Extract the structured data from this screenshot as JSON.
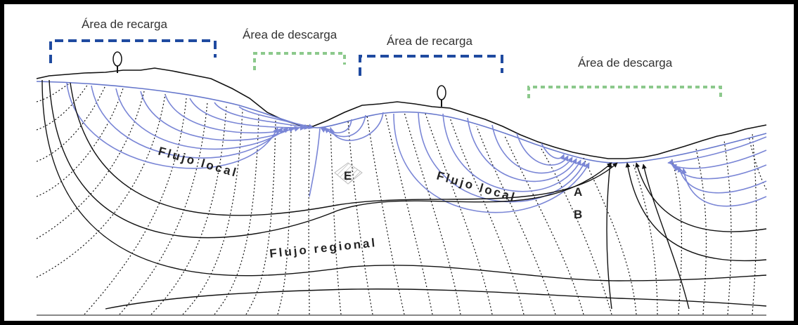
{
  "zones": {
    "recharge_1": "Área de recarga",
    "discharge_1": "Área de descarga",
    "recharge_2": "Área de recarga",
    "discharge_2": "Área de descarga"
  },
  "flows": {
    "local_1": "Flujo local",
    "local_2": "Flujo local",
    "regional": "Flujo regional"
  },
  "points": {
    "e": "E",
    "a": "A",
    "b": "B"
  },
  "colors": {
    "recharge": "#1f4aa0",
    "discharge": "#8cc98c",
    "local_flow": "#7a86d6",
    "regional_flow": "#000000"
  }
}
